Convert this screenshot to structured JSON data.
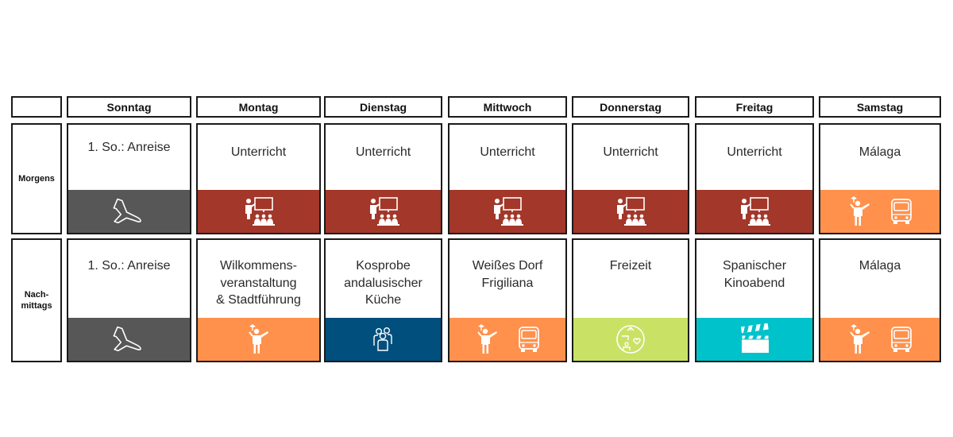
{
  "colors": {
    "border": "#1a1a1a",
    "travel_gray": "#575757",
    "lesson_red": "#a2372a",
    "excursion_orange": "#ff914d",
    "food_blue": "#004f7c",
    "free_green": "#c9e265",
    "cinema_teal": "#00c2cb"
  },
  "header": {
    "days": [
      "Sonntag",
      "Montag",
      "Dienstag",
      "Mittwoch",
      "Donnerstag",
      "Freitag",
      "Samstag"
    ]
  },
  "rows": [
    {
      "label": "Morgens",
      "cells": [
        {
          "text": "1. So.: Anreise",
          "color": "#575757",
          "icons": [
            "airplane-icon"
          ]
        },
        {
          "text": "Unterricht",
          "color": "#a2372a",
          "icons": [
            "classroom-icon"
          ]
        },
        {
          "text": "Unterricht",
          "color": "#a2372a",
          "icons": [
            "classroom-icon"
          ]
        },
        {
          "text": "Unterricht",
          "color": "#a2372a",
          "icons": [
            "classroom-icon"
          ]
        },
        {
          "text": "Unterricht",
          "color": "#a2372a",
          "icons": [
            "classroom-icon"
          ]
        },
        {
          "text": "Unterricht",
          "color": "#a2372a",
          "icons": [
            "classroom-icon"
          ]
        },
        {
          "text": "Málaga",
          "color": "#ff914d",
          "icons": [
            "tour-guide-icon",
            "bus-icon"
          ]
        }
      ]
    },
    {
      "label": "Nach-\nmittags",
      "cells": [
        {
          "text": "1. So.: Anreise",
          "color": "#575757",
          "icons": [
            "airplane-icon"
          ]
        },
        {
          "text": "Wilkommens-\nveranstaltung\n& Stadtführung",
          "color": "#ff914d",
          "icons": [
            "tour-guide-icon"
          ]
        },
        {
          "text": "Kosprobe\nandalusischer\nKüche",
          "color": "#004f7c",
          "icons": [
            "group-icon"
          ]
        },
        {
          "text": "Weißes Dorf\nFrigiliana",
          "color": "#ff914d",
          "icons": [
            "tour-guide-icon",
            "bus-icon"
          ]
        },
        {
          "text": "Freizeit",
          "color": "#c9e265",
          "icons": [
            "free-time-icon"
          ]
        },
        {
          "text": "Spanischer\nKinoabend",
          "color": "#00c2cb",
          "icons": [
            "clapperboard-icon"
          ]
        },
        {
          "text": "Málaga",
          "color": "#ff914d",
          "icons": [
            "tour-guide-icon",
            "bus-icon"
          ]
        }
      ]
    }
  ]
}
